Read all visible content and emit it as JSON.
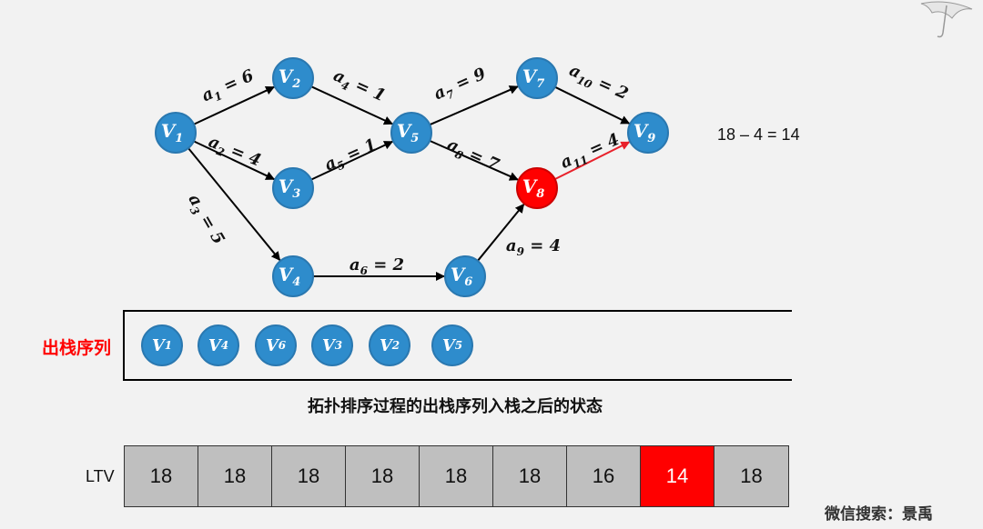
{
  "graph": {
    "nodes": [
      {
        "id": "V1",
        "letter": "V",
        "sub": "1",
        "highlight": false
      },
      {
        "id": "V2",
        "letter": "V",
        "sub": "2",
        "highlight": false
      },
      {
        "id": "V3",
        "letter": "V",
        "sub": "3",
        "highlight": false
      },
      {
        "id": "V4",
        "letter": "V",
        "sub": "4",
        "highlight": false
      },
      {
        "id": "V5",
        "letter": "V",
        "sub": "5",
        "highlight": false
      },
      {
        "id": "V6",
        "letter": "V",
        "sub": "6",
        "highlight": false
      },
      {
        "id": "V7",
        "letter": "V",
        "sub": "7",
        "highlight": false
      },
      {
        "id": "V8",
        "letter": "V",
        "sub": "8",
        "highlight": true
      },
      {
        "id": "V9",
        "letter": "V",
        "sub": "9",
        "highlight": false
      }
    ],
    "edges": [
      {
        "from": "V1",
        "to": "V2",
        "name": "a",
        "sub": "1",
        "weight": "6",
        "highlight": false
      },
      {
        "from": "V1",
        "to": "V3",
        "name": "a",
        "sub": "2",
        "weight": "4",
        "highlight": false
      },
      {
        "from": "V1",
        "to": "V4",
        "name": "a",
        "sub": "3",
        "weight": "5",
        "highlight": false
      },
      {
        "from": "V2",
        "to": "V5",
        "name": "a",
        "sub": "4",
        "weight": "1",
        "highlight": false
      },
      {
        "from": "V3",
        "to": "V5",
        "name": "a",
        "sub": "5",
        "weight": "1",
        "highlight": false
      },
      {
        "from": "V4",
        "to": "V6",
        "name": "a",
        "sub": "6",
        "weight": "2",
        "highlight": false
      },
      {
        "from": "V5",
        "to": "V7",
        "name": "a",
        "sub": "7",
        "weight": "9",
        "highlight": false
      },
      {
        "from": "V5",
        "to": "V8",
        "name": "a",
        "sub": "8",
        "weight": "7",
        "highlight": false
      },
      {
        "from": "V6",
        "to": "V8",
        "name": "a",
        "sub": "9",
        "weight": "4",
        "highlight": false
      },
      {
        "from": "V7",
        "to": "V9",
        "name": "a",
        "sub": "10",
        "weight": "2",
        "highlight": false
      },
      {
        "from": "V8",
        "to": "V9",
        "name": "a",
        "sub": "11",
        "weight": "4",
        "highlight": true
      }
    ],
    "colors": {
      "node": "#2e8ccc",
      "node_highlight": "#ff0000",
      "edge": "#000000",
      "edge_highlight": "#e8202a"
    }
  },
  "formula": "18 – 4 = 14",
  "stack": {
    "title": "出栈序列",
    "items": [
      {
        "letter": "V",
        "sub": "1"
      },
      {
        "letter": "V",
        "sub": "4"
      },
      {
        "letter": "V",
        "sub": "6"
      },
      {
        "letter": "V",
        "sub": "3"
      },
      {
        "letter": "V",
        "sub": "2"
      },
      {
        "letter": "V",
        "sub": "5"
      }
    ]
  },
  "caption": "拓扑排序过程的出栈序列入栈之后的状态",
  "ltv": {
    "label": "LTV",
    "values": [
      "18",
      "18",
      "18",
      "18",
      "18",
      "18",
      "16",
      "14",
      "18"
    ],
    "highlight_index": 7
  },
  "watermark": "微信搜索：景禹"
}
